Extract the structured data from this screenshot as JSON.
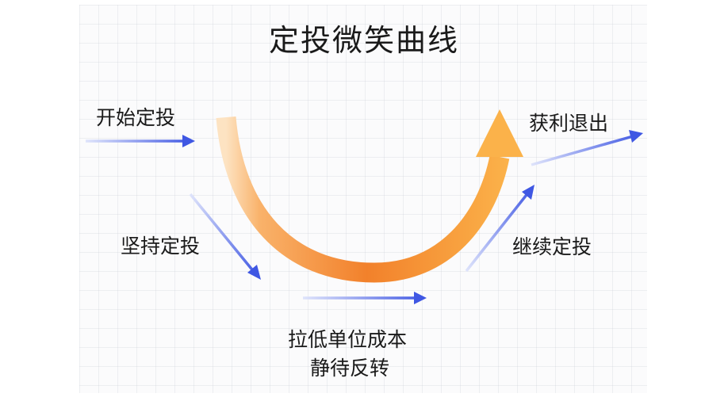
{
  "title": "定投微笑曲线",
  "labels": {
    "start": "开始定投",
    "persist": "坚持定投",
    "lower_cost_line1": "拉低单位成本",
    "lower_cost_line2": "静待反转",
    "continue": "继续定投",
    "exit": "获利退出"
  },
  "colors": {
    "curve_start": "#fde3c2",
    "curve_mid": "#f2812b",
    "curve_end": "#fbb24a",
    "arrow_blue": "#3f57e3",
    "arrow_fade": "#dfe4fb",
    "text": "#1a1a1a"
  },
  "icons": {
    "curve": "smile-curve-arrow",
    "step_arrow": "blue-gradient-arrow"
  }
}
